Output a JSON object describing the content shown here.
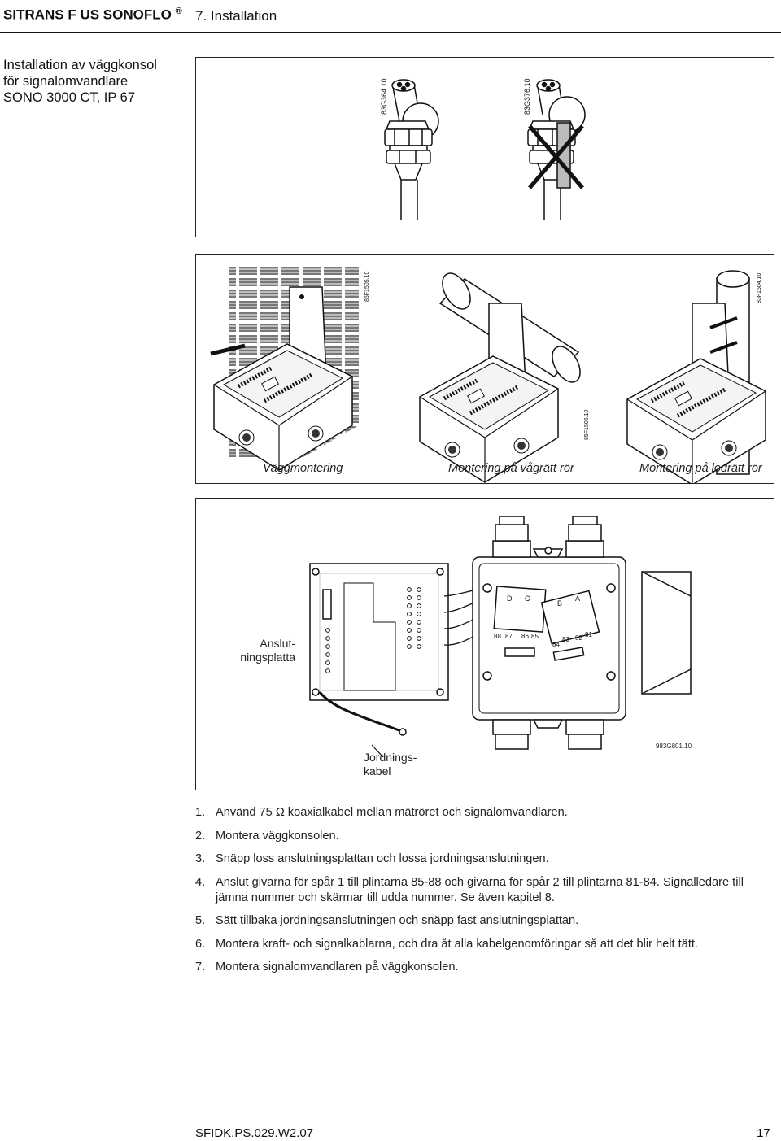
{
  "header": {
    "brand": "SITRANS F US SONOFLO",
    "registered": "®",
    "chapter": "7. Installation"
  },
  "side_title": {
    "line1": "Installation av väggkonsol",
    "line2": "för signalomvandlare",
    "line3": "SONO 3000 CT, IP 67"
  },
  "figure1": {
    "code_left": "83G364.10",
    "code_right": "83G376.10"
  },
  "figure2": {
    "code_wall": "85F1505.10",
    "code_horizontal": "85F1506.10",
    "code_vertical": "83F1504.10",
    "caption_wall": "Väggmontering",
    "caption_horizontal": "Montering på vågrätt rör",
    "caption_vertical": "Montering på lodrätt rör"
  },
  "figure3": {
    "label_plate_1": "Anslut-",
    "label_plate_2": "ningsplatta",
    "label_ground_1": "Jordnings-",
    "label_ground_2": "kabel",
    "code": "983G801.10",
    "terminals_left": [
      "88",
      "87",
      "86",
      "85"
    ],
    "terminals_right": [
      "84",
      "83",
      "82",
      "81"
    ],
    "letters": [
      "D",
      "C",
      "B",
      "A"
    ]
  },
  "steps": [
    {
      "num": "1.",
      "text": "Använd 75 Ω koaxialkabel mellan mätröret och signalomvandlaren."
    },
    {
      "num": "2.",
      "text": "Montera väggkonsolen."
    },
    {
      "num": "3.",
      "text": "Snäpp loss anslutningsplattan och lossa jordningsanslutningen."
    },
    {
      "num": "4.",
      "text": "Anslut givarna för spår 1 till plintarna 85-88 och givarna för spår 2 till plintarna 81-84. Signalledare till jämna nummer och skärmar till udda nummer. Se även kapitel 8."
    },
    {
      "num": "5.",
      "text": "Sätt tillbaka jordningsanslutningen och snäpp fast anslutningsplattan."
    },
    {
      "num": "6.",
      "text": "Montera kraft- och signalkablarna, och dra åt alla kabelgenomföringar så att det blir helt tätt."
    },
    {
      "num": "7.",
      "text": "Montera signalomvandlaren på väggkonsolen."
    }
  ],
  "footer": {
    "doc_id": "SFIDK.PS.029.W2.07",
    "page_number": "17"
  }
}
